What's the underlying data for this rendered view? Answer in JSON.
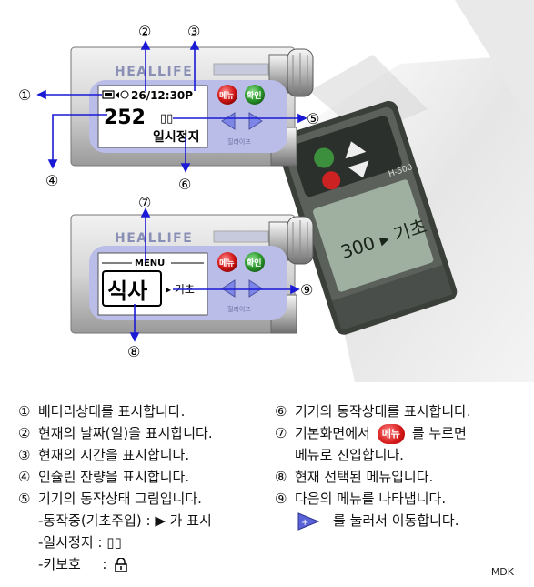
{
  "device_top": {
    "brand": "HEALLIFE",
    "datetime": "26/12:30P",
    "remaining": "252",
    "pause_symbol": "▯▯",
    "status": "일시정지",
    "menu_btn": "메뉴",
    "ok_btn": "확인",
    "subtitle": "힐라이프"
  },
  "device_bottom": {
    "brand": "HEALLIFE",
    "menu_header": "MENU",
    "selected": "식사",
    "next": "▸ 기초",
    "menu_btn": "메뉴",
    "ok_btn": "확인",
    "subtitle": "힐라이프"
  },
  "photo_device": {
    "model": "H-500",
    "screen_text": "300 ▸ 기초"
  },
  "callouts": [
    "①",
    "②",
    "③",
    "④",
    "⑤",
    "⑥",
    "⑦",
    "⑧",
    "⑨"
  ],
  "legend_left": [
    {
      "num": "①",
      "text": "배터리상태를 표시합니다."
    },
    {
      "num": "②",
      "text": "현재의 날짜(일)을 표시합니다."
    },
    {
      "num": "③",
      "text": "현재의 시간을 표시합니다."
    },
    {
      "num": "④",
      "text": "인슐린 잔량을 표시합니다."
    },
    {
      "num": "⑤",
      "text": "기기의 동작상태 그림입니다."
    }
  ],
  "legend_sub": {
    "running": "-동작중(기초주입) :",
    "running_symbol": "▶",
    "running_tail": "가 표시",
    "paused": "-일시정지 :",
    "paused_symbol": "▯▯",
    "keylock": "-키보호",
    "keylock_sep": ":"
  },
  "legend_right": {
    "r6_num": "⑥",
    "r6": "기기의 동작상태를 표시합니다.",
    "r7_num": "⑦",
    "r7_pre": "기본화면에서",
    "r7_btn": "메뉴",
    "r7_post": "를 누르면",
    "r7_line2": "메뉴로 진입합니다.",
    "r8_num": "⑧",
    "r8": "현재 선택된 메뉴입니다.",
    "r9_num": "⑨",
    "r9": "다음의 메뉴를 나타냅니다.",
    "r9_line2": "를 눌러서 이동합니다."
  },
  "footer": "MDK",
  "colors": {
    "callout_line": "#1a1ad6",
    "panel": "#b9bde8",
    "screen": "#ffffff",
    "red_btn": "#d41a1a",
    "green_btn": "#2c9a2c"
  }
}
